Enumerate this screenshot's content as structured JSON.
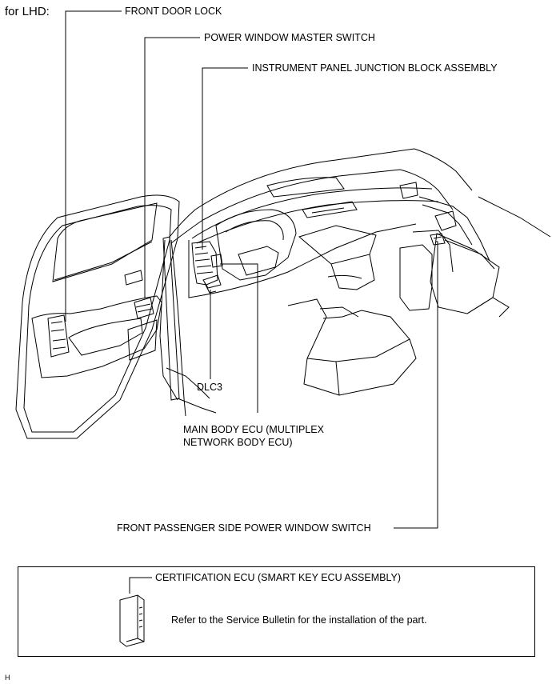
{
  "title": "for LHD:",
  "labels": {
    "front_door_lock": "FRONT DOOR LOCK",
    "power_window_master_switch": "POWER WINDOW MASTER SWITCH",
    "instrument_panel_junction_block": "INSTRUMENT PANEL JUNCTION BLOCK ASSEMBLY",
    "dlc3": "DLC3",
    "main_body_ecu_line1": "MAIN BODY ECU (MULTIPLEX",
    "main_body_ecu_line2": "NETWORK BODY ECU)",
    "front_passenger_switch": "FRONT PASSENGER SIDE POWER WINDOW SWITCH"
  },
  "certification_box": {
    "label": "CERTIFICATION ECU (SMART KEY ECU ASSEMBLY)",
    "note": "Refer to the Service Bulletin for the installation of the part."
  },
  "figure_code": "H"
}
